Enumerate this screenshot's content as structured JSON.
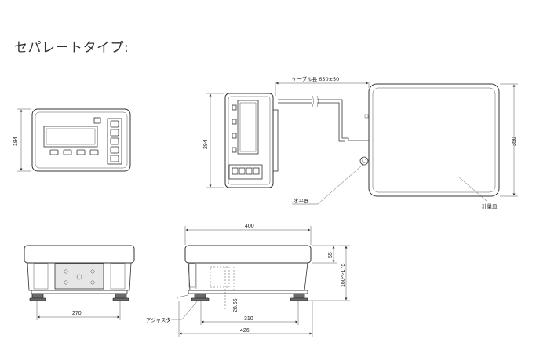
{
  "heading": "セパレートタイプ:",
  "labels": {
    "cable": "ケーブル長  650±50",
    "level": "水平器",
    "pan": "計量皿",
    "adjuster": "アジャスタ"
  },
  "dims": {
    "d184": "184",
    "d294": "294",
    "d350": "350",
    "d400": "400",
    "d55": "55",
    "d160_175": "160〜175",
    "d270": "270",
    "d28_65": "28.65",
    "d310": "310",
    "d426": "426"
  }
}
